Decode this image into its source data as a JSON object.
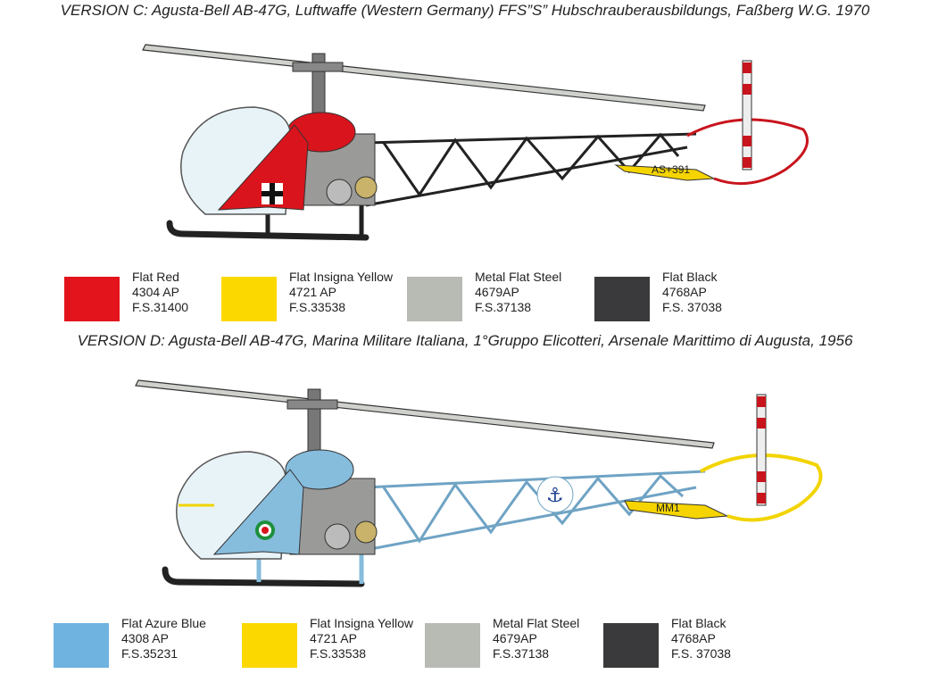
{
  "version_c": {
    "title": "VERSION C: Agusta-Bell AB-47G, Luftwaffe (Western Germany) FFS”S” Hubschrauberausbildungs, Faßberg W.G. 1970",
    "tail_code": "AS+391",
    "body_color": "#d9141c",
    "tail_rotor_color": "#c8141c",
    "colors": [
      {
        "name": "Flat Red",
        "code1": "4304  AP",
        "code2": "F.S.31400",
        "hex": "#e3141c"
      },
      {
        "name": "Flat Insigna Yellow",
        "code1": "4721 AP",
        "code2": "F.S.33538",
        "hex": "#fbd800"
      },
      {
        "name": "Metal Flat Steel",
        "code1": "4679AP",
        "code2": "F.S.37138",
        "hex": "#b8bab4"
      },
      {
        "name": "Flat Black",
        "code1": "4768AP",
        "code2": "F.S. 37038",
        "hex": "#3a3a3c"
      }
    ]
  },
  "version_d": {
    "title": "VERSION D: Agusta-Bell AB-47G, Marina Militare Italiana, 1°Gruppo Elicotteri, Arsenale Marittimo di Augusta, 1956",
    "tail_code": "MM1",
    "body_color": "#86bcdc",
    "tail_rotor_color": "#f2d400",
    "colors": [
      {
        "name": "Flat Azure Blue",
        "code1": "4308  AP",
        "code2": "F.S.35231",
        "hex": "#6fb3e0"
      },
      {
        "name": "Flat Insigna Yellow",
        "code1": "4721 AP",
        "code2": "F.S.33538",
        "hex": "#fbd800"
      },
      {
        "name": "Metal Flat Steel",
        "code1": "4679AP",
        "code2": "F.S.37138",
        "hex": "#b8bab4"
      },
      {
        "name": "Flat Black",
        "code1": "4768AP",
        "code2": "F.S. 37038",
        "hex": "#3a3a3c"
      }
    ]
  }
}
